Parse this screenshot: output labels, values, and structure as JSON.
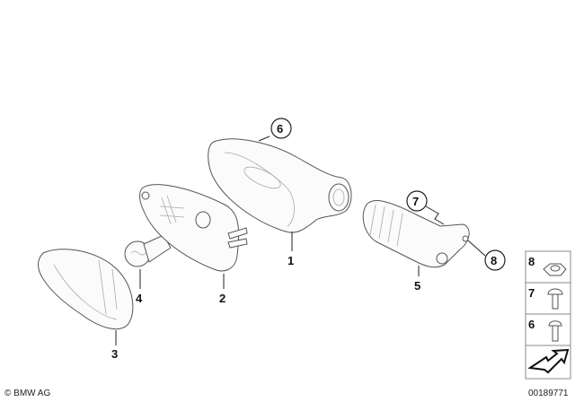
{
  "diagram": {
    "callouts": {
      "p1": "1",
      "p2": "2",
      "p3": "3",
      "p4": "4",
      "p5": "5",
      "p6": "6",
      "p7": "7",
      "p8": "8"
    },
    "legend": [
      {
        "number": "8",
        "icon": "hex-nut-icon"
      },
      {
        "number": "7",
        "icon": "screw-icon"
      },
      {
        "number": "6",
        "icon": "screw-small-icon"
      },
      {
        "number": "",
        "icon": "direction-arrow-icon"
      }
    ],
    "copyright": "© BMW AG",
    "diagram_number": "00189771"
  }
}
